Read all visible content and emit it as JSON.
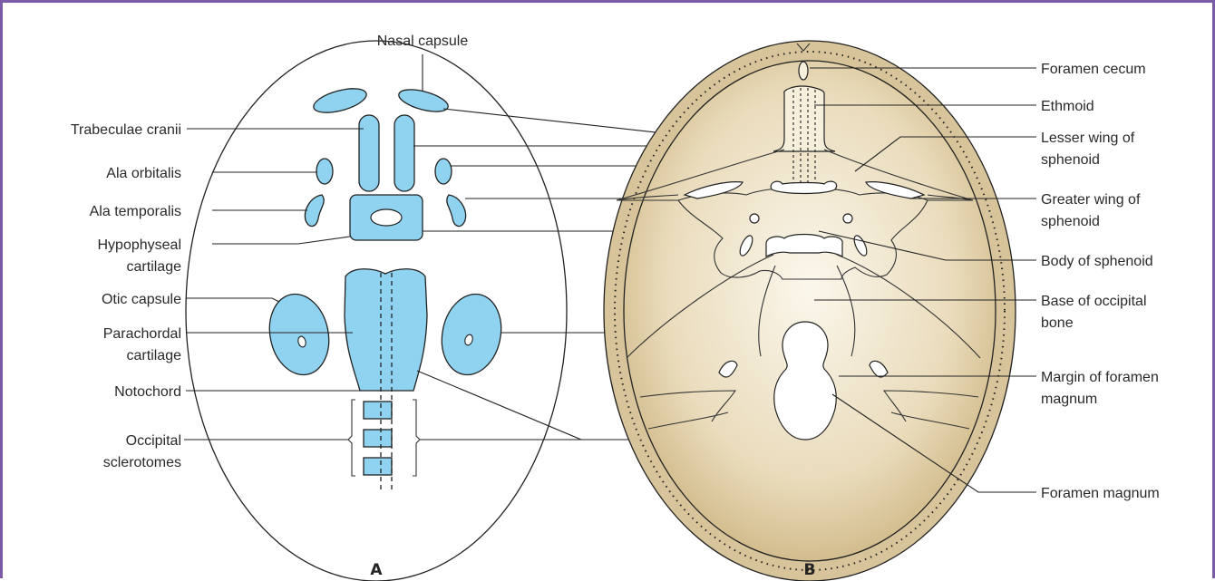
{
  "panel_a": {
    "letter": "A",
    "labels": {
      "nasal_capsule": "Nasal capsule",
      "trabeculae_cranii": "Trabeculae cranii",
      "ala_orbitalis": "Ala orbitalis",
      "ala_temporalis": "Ala temporalis",
      "hypophyseal_1": "Hypophyseal",
      "hypophyseal_2": "cartilage",
      "otic_capsule": "Otic capsule",
      "parachordal_1": "Parachordal",
      "parachordal_2": "cartilage",
      "notochord": "Notochord",
      "occipital_1": "Occipital",
      "occipital_2": "sclerotomes"
    }
  },
  "panel_b": {
    "letter": "B",
    "labels": {
      "foramen_cecum": "Foramen cecum",
      "ethmoid": "Ethmoid",
      "lesser_wing_1": "Lesser wing of",
      "lesser_wing_2": "sphenoid",
      "greater_wing_1": "Greater wing of",
      "greater_wing_2": "sphenoid",
      "body_sphenoid": "Body of sphenoid",
      "base_occipital_1": "Base of occipital",
      "base_occipital_2": "bone",
      "margin_fm_1": "Margin of foramen",
      "margin_fm_2": "magnum",
      "foramen_magnum": "Foramen magnum"
    }
  },
  "colors": {
    "frame": "#7b5aa6",
    "cartilage": "#8fd3f0",
    "skull_outer": "#d8c49a",
    "skull_inner": "#f6efdc"
  }
}
